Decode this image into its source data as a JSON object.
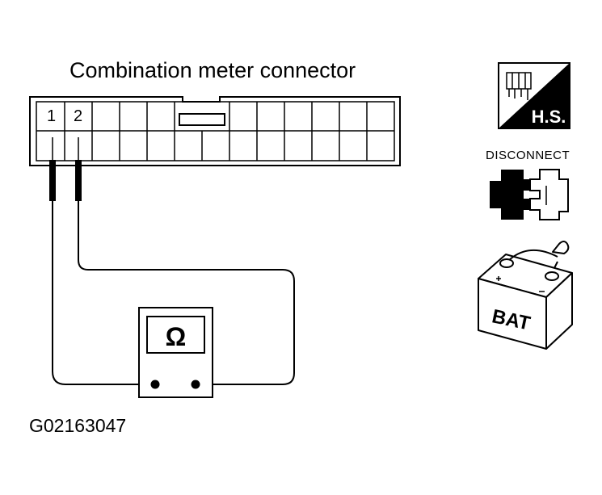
{
  "connector": {
    "title": "Combination meter connector",
    "pins": [
      {
        "number": "1"
      },
      {
        "number": "2"
      }
    ]
  },
  "meter": {
    "symbol": "Ω"
  },
  "icons": [
    {
      "name": "harness-side-icon",
      "label": "H.S."
    },
    {
      "name": "disconnect-icon",
      "label": "DISCONNECT"
    },
    {
      "name": "battery-icon",
      "label": "BAT"
    }
  ],
  "figure_code": "G02163047"
}
